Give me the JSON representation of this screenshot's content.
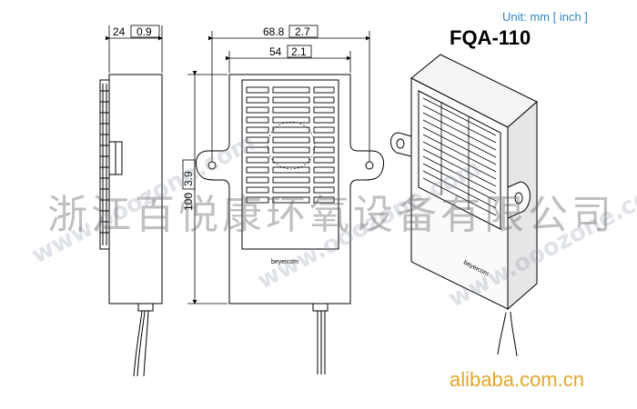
{
  "header": {
    "unit_label": "Unit: mm [ inch ]",
    "model": "FQA-110"
  },
  "dimensions": {
    "depth_mm": "24",
    "depth_in": "0.9",
    "width_mm": "68.8",
    "width_in": "2.7",
    "inner_width_mm": "54",
    "inner_width_in": "2.1",
    "height_mm": "100",
    "height_in": "3.9"
  },
  "device": {
    "brand_front": "beyeicom",
    "brand_iso": "beyeicom"
  },
  "watermarks": {
    "company_cn": "浙江百悦康环氧设备有限公司",
    "url_1": "www.ooozone.com",
    "url_2": "www.ooozone.com",
    "url_3": "www.ooozone.com",
    "site": "alibaba.com.cn"
  },
  "colors": {
    "line": "#000000",
    "unit_text": "#2f86c6",
    "site_text": "#e3a62a"
  }
}
